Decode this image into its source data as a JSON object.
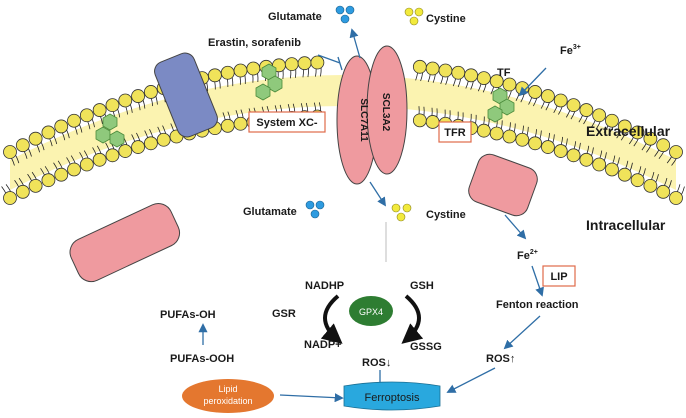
{
  "labels": {
    "glutamate_top": "Glutamate",
    "cystine_top": "Cystine",
    "erastin": "Erastin, sorafenib",
    "fe3": "Fe",
    "fe3_sup": "3+",
    "tf": "TF",
    "system_xc": "System XC-",
    "slc7a11": "SLC7A11",
    "scl3a2": "SCL3A2",
    "tfr": "TFR",
    "extracellular": "Extracellular",
    "intracellular": "Intracellular",
    "glutamate_bottom": "Glutamate",
    "cystine_bottom": "Cystine",
    "fe2": "Fe",
    "fe2_sup": "2+",
    "lip": "LIP",
    "fenton": "Fenton reaction",
    "ros_up": "ROS↑",
    "nadhp": "NADHP",
    "gsh": "GSH",
    "gpx4": "GPX4",
    "gsr": "GSR",
    "nadp": "NADP+",
    "gssg": "GSSG",
    "ros_down": "ROS↓",
    "pufas_oh": "PUFAs-OH",
    "pufas_ooh": "PUFAs-OOH",
    "lipid_line1": "Lipid",
    "lipid_line2": "peroxidation",
    "ferroptosis": "Ferroptosis"
  },
  "colors": {
    "membrane_head": "#f0e35a",
    "membrane_fill": "#fbf3b0",
    "pink_protein": "#ef9a9f",
    "blue_protein": "#7b8ac4",
    "hexagon": "#8fc97c",
    "glutamate_dot": "#2e9be0",
    "cystine_dot": "#f2ea3c",
    "arrow": "#2f6ea6",
    "gpx4": "#2e7d32",
    "lipid_ellipse": "#e4772f",
    "ferroptosis": "#29a8de",
    "box_border": "#e06a4a"
  },
  "icons": [
    "glutamate-dots-icon",
    "cystine-dots-icon",
    "inhibition-bar-icon",
    "hexagon-cluster-icon",
    "curved-arrow-icon"
  ]
}
